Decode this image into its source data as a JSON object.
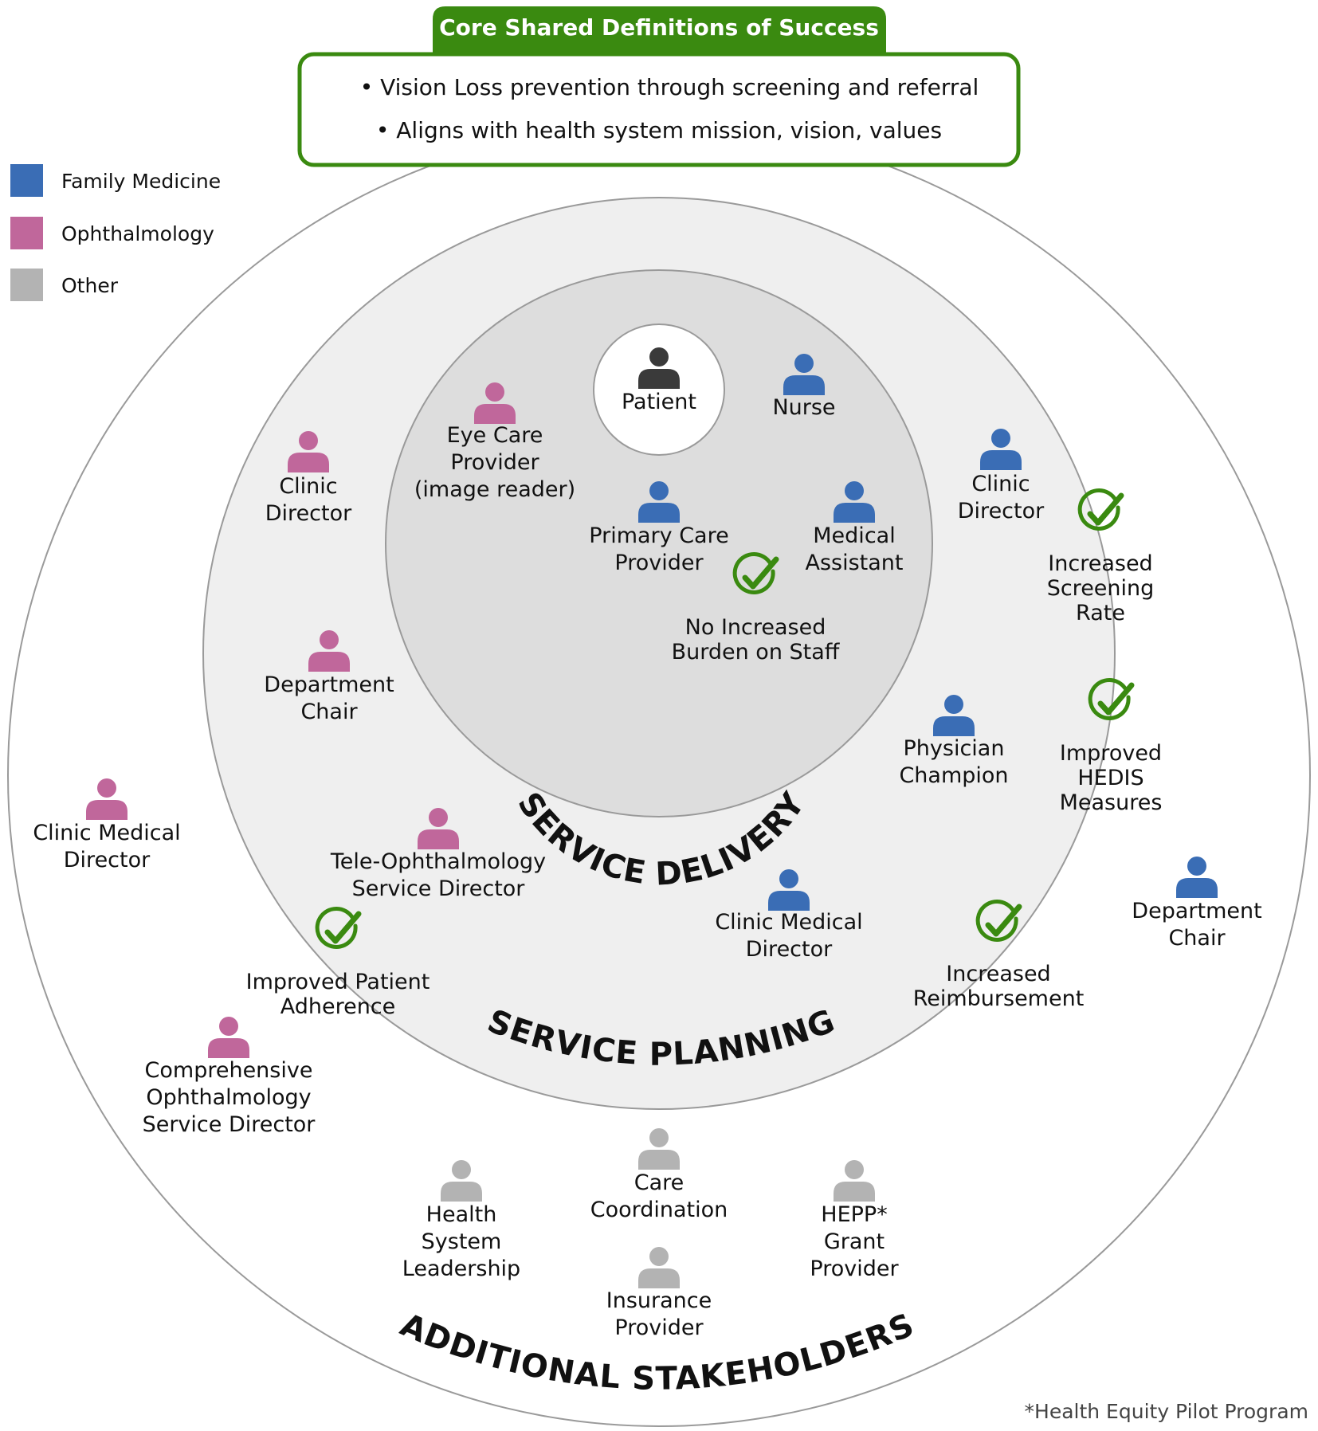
{
  "header": {
    "title": "Core Shared Definitions of Success",
    "bullets": [
      "• Vision Loss prevention through screening and referral",
      "• Aligns with health system mission, vision, values"
    ]
  },
  "legend": [
    {
      "label": "Family Medicine",
      "color": "#3a6db5"
    },
    {
      "label": "Ophthalmology",
      "color": "#c0679b"
    },
    {
      "label": "Other",
      "color": "#b3b3b3"
    }
  ],
  "colors": {
    "green": "#3a8a10",
    "dark_person": "#3a3a3a",
    "outer_ring": "#ffffff",
    "middle_ring": "#efefef",
    "inner_ring": "#dddddd"
  },
  "rings": {
    "inner": "SERVICE DELIVERY",
    "middle": "SERVICE PLANNING",
    "outer": "ADDITIONAL STAKEHOLDERS"
  },
  "stakeholders": [
    {
      "id": "patient",
      "group": "patient",
      "lines": [
        "Patient"
      ]
    },
    {
      "id": "nurse",
      "group": "family",
      "lines": [
        "Nurse"
      ]
    },
    {
      "id": "eye-care-provider",
      "group": "ophth",
      "lines": [
        "Eye Care",
        "Provider",
        "(image reader)"
      ]
    },
    {
      "id": "primary-care-provider",
      "group": "family",
      "lines": [
        "Primary Care",
        "Provider"
      ]
    },
    {
      "id": "medical-assistant",
      "group": "family",
      "lines": [
        "Medical",
        "Assistant"
      ]
    },
    {
      "id": "ophth-clinic-director",
      "group": "ophth",
      "lines": [
        "Clinic",
        "Director"
      ]
    },
    {
      "id": "fm-clinic-director",
      "group": "family",
      "lines": [
        "Clinic",
        "Director"
      ]
    },
    {
      "id": "ophth-department-chair",
      "group": "ophth",
      "lines": [
        "Department",
        "Chair"
      ]
    },
    {
      "id": "physician-champion",
      "group": "family",
      "lines": [
        "Physician",
        "Champion"
      ]
    },
    {
      "id": "tele-ophthalmology-director",
      "group": "ophth",
      "lines": [
        "Tele-Ophthalmology",
        "Service Director"
      ]
    },
    {
      "id": "fm-clinic-medical-director",
      "group": "family",
      "lines": [
        "Clinic Medical",
        "Director"
      ]
    },
    {
      "id": "ophth-clinic-medical-director",
      "group": "ophth",
      "lines": [
        "Clinic Medical",
        "Director"
      ]
    },
    {
      "id": "fm-department-chair",
      "group": "family",
      "lines": [
        "Department",
        "Chair"
      ]
    },
    {
      "id": "comprehensive-ophthalmology-director",
      "group": "ophth",
      "lines": [
        "Comprehensive",
        "Ophthalmology",
        "Service Director"
      ]
    },
    {
      "id": "health-system-leadership",
      "group": "other",
      "lines": [
        "Health",
        "System",
        "Leadership"
      ]
    },
    {
      "id": "care-coordination",
      "group": "other",
      "lines": [
        "Care",
        "Coordination"
      ]
    },
    {
      "id": "insurance-provider",
      "group": "other",
      "lines": [
        "Insurance",
        "Provider"
      ]
    },
    {
      "id": "hepp-grant-provider",
      "group": "other",
      "lines": [
        "HEPP*",
        "Grant",
        "Provider"
      ]
    }
  ],
  "outcomes": [
    {
      "id": "no-increased-burden",
      "lines": [
        "No Increased",
        "Burden on Staff"
      ]
    },
    {
      "id": "increased-screening-rate",
      "lines": [
        "Increased",
        "Screening",
        "Rate"
      ]
    },
    {
      "id": "improved-hedis",
      "lines": [
        "Improved",
        "HEDIS",
        "Measures"
      ]
    },
    {
      "id": "increased-reimbursement",
      "lines": [
        "Increased",
        "Reimbursement"
      ]
    },
    {
      "id": "improved-patient-adherence",
      "lines": [
        "Improved Patient",
        "Adherence"
      ]
    }
  ],
  "footnote": "*Health Equity Pilot Program"
}
